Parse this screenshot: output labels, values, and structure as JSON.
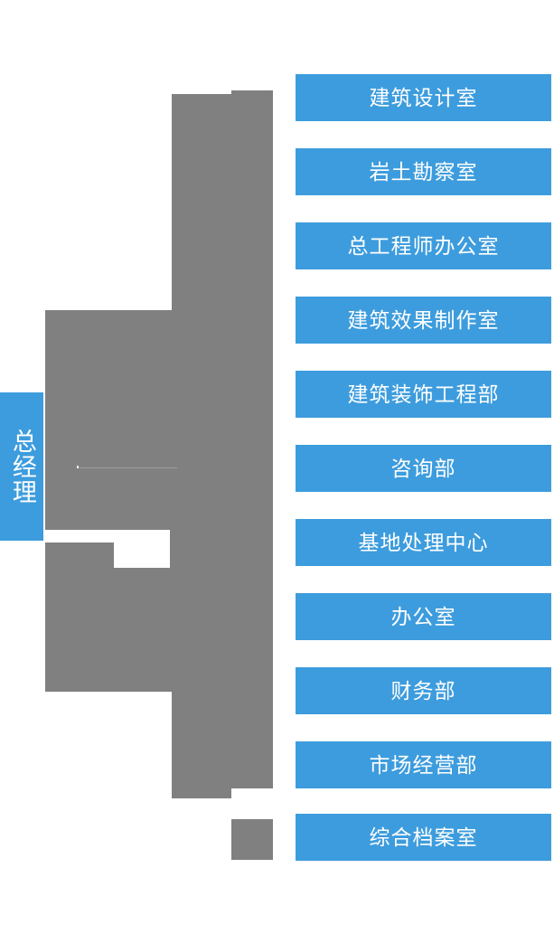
{
  "diagram": {
    "type": "organizational-chart",
    "orientation": "horizontal-left-root",
    "colors": {
      "node_fill": "#3d9cdd",
      "node_text": "#ffffff",
      "connector": "#808080",
      "background": "#ffffff"
    },
    "root": {
      "label": "总经理",
      "orientation": "vertical-text"
    },
    "departments": [
      {
        "label": "建筑设计室"
      },
      {
        "label": "岩土勘察室"
      },
      {
        "label": "总工程师办公室"
      },
      {
        "label": "建筑效果制作室"
      },
      {
        "label": "建筑装饰工程部"
      },
      {
        "label": "咨询部"
      },
      {
        "label": "基地处理中心"
      },
      {
        "label": "办公室"
      },
      {
        "label": "财务部"
      },
      {
        "label": "市场经营部"
      },
      {
        "label": "综合档案室"
      }
    ]
  }
}
